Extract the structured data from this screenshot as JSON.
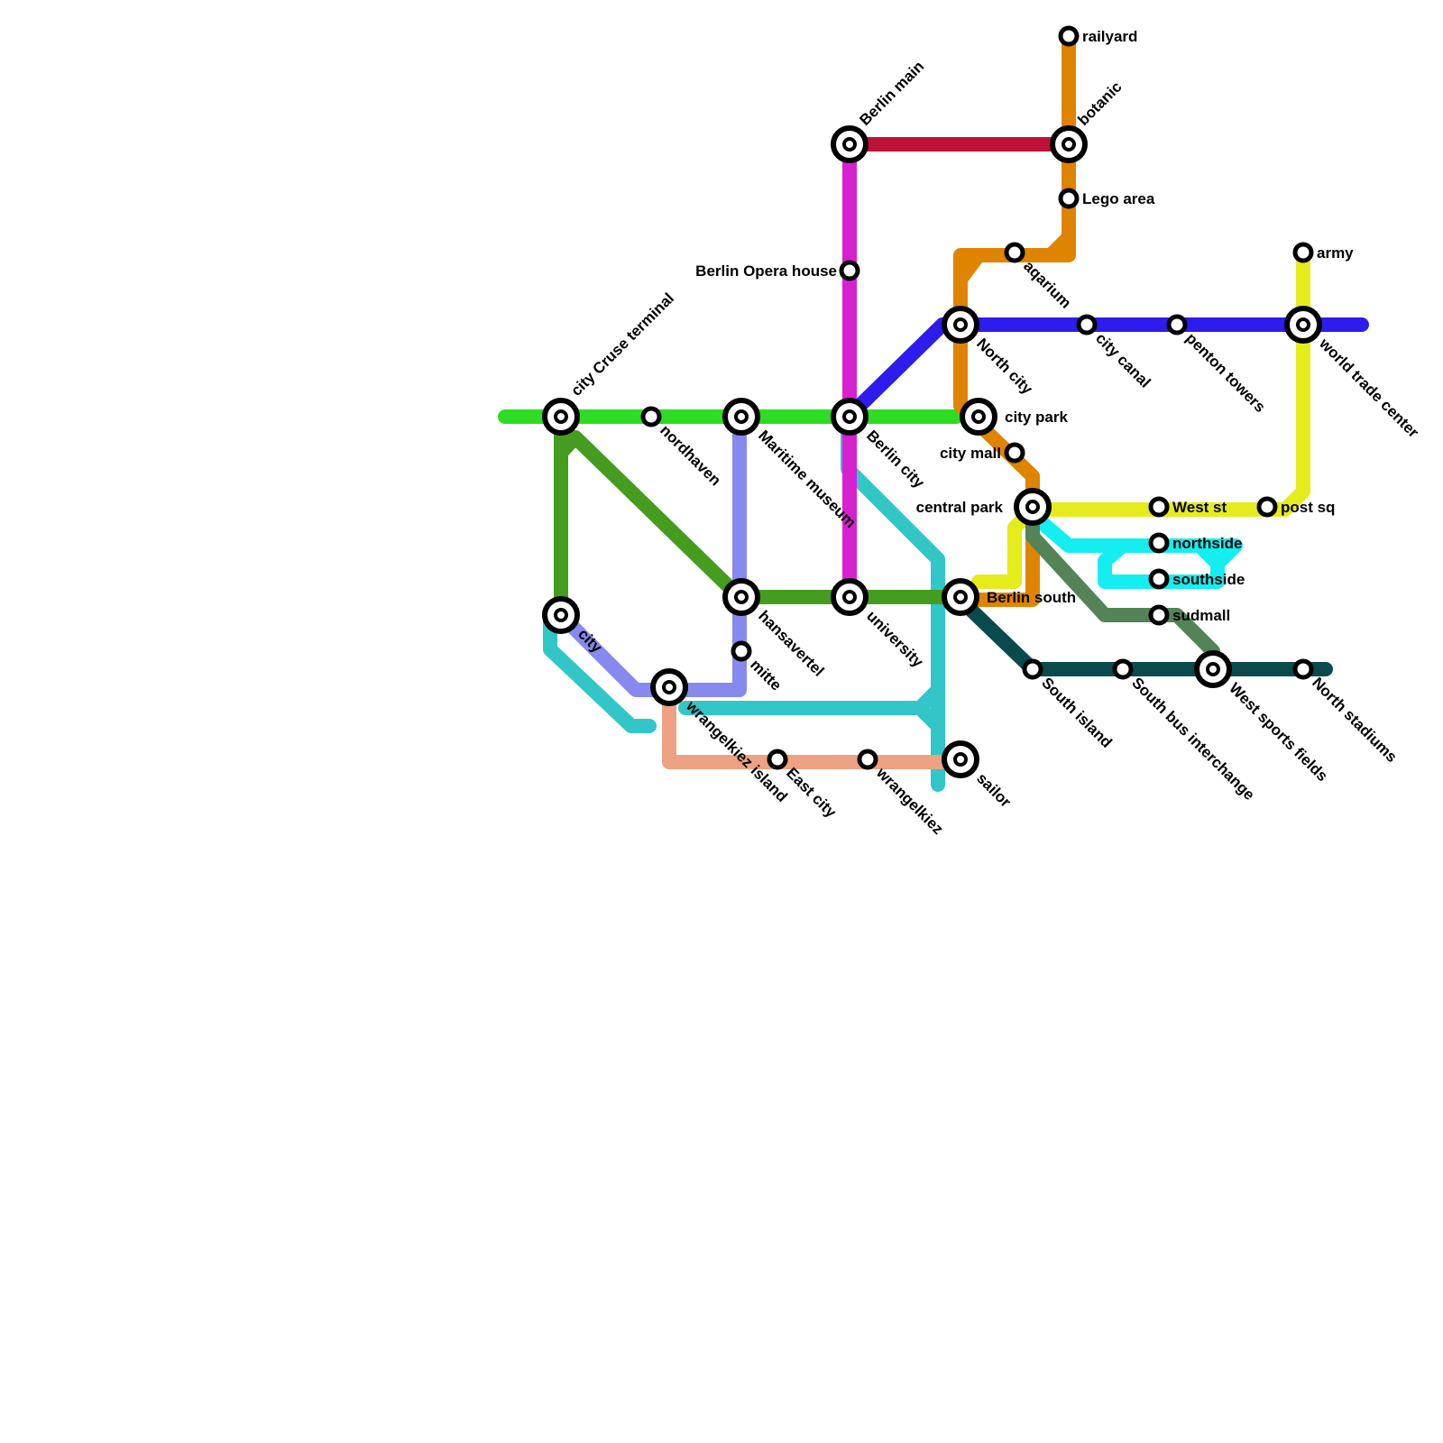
{
  "map": {
    "colors": {
      "bright_green": "#2edc23",
      "olive_green": "#459d1f",
      "crimson": "#bf1238",
      "magenta": "#d721d1",
      "blue": "#2d1cec",
      "orange": "#df8400",
      "yellow": "#e6ec1c",
      "cyan": "#14eef0",
      "teal": "#33c6c8",
      "lavender": "#8789ee",
      "salmon": "#eda283",
      "sage": "#548357",
      "dark_teal": "#0a4a4c"
    },
    "lines": [
      {
        "id": "bright-green-line",
        "color": "#2edc23"
      },
      {
        "id": "olive-green-line",
        "color": "#459d1f"
      },
      {
        "id": "crimson-line",
        "color": "#bf1238"
      },
      {
        "id": "magenta-line",
        "color": "#d721d1"
      },
      {
        "id": "blue-line",
        "color": "#2d1cec"
      },
      {
        "id": "orange-line",
        "color": "#df8400"
      },
      {
        "id": "yellow-line",
        "color": "#e6ec1c"
      },
      {
        "id": "cyan-line",
        "color": "#14eef0"
      },
      {
        "id": "teal-line",
        "color": "#33c6c8"
      },
      {
        "id": "lavender-line",
        "color": "#8789ee"
      },
      {
        "id": "salmon-line",
        "color": "#eda283"
      },
      {
        "id": "sage-line",
        "color": "#548357"
      },
      {
        "id": "dark-teal-line",
        "color": "#0a4a4c"
      }
    ],
    "stations": {
      "railyard": "railyard",
      "botanic": "botanic",
      "lego_area": "Lego area",
      "berlin_main": "Berlin main",
      "berlin_opera_house": "Berlin Opera house",
      "army": "army",
      "aqarium": "aqarium",
      "north_city": "North city",
      "city_canal": "city canal",
      "penton_towers": "penton towers",
      "world_trade_center": "world trade center",
      "city_cruse_terminal": "city Cruse terminal",
      "nordhaven": "nordhaven",
      "maritime_museum": "Maritime museum",
      "berlin_city": "Berlin city",
      "city_park": "city park",
      "city_mall": "city mall",
      "central_park": "central park",
      "west_st": "West st",
      "post_sq": "post sq",
      "northside": "northside",
      "southside": "southside",
      "sudmall": "sudmall",
      "hansavertel": "hansavertel",
      "university": "university",
      "berlin_south": "Berlin south",
      "city": "city",
      "mitte": "mitte",
      "wrangelkiez_island": "wrangelkiez island",
      "south_island": "South island",
      "south_bus_interchange": "South bus interchange",
      "west_sports_fields": "West sports fields",
      "north_stadiums": "North stadiums",
      "east_city": "East city",
      "wrangelkiez": "wrangelkiez",
      "sailor": "sailor"
    }
  }
}
